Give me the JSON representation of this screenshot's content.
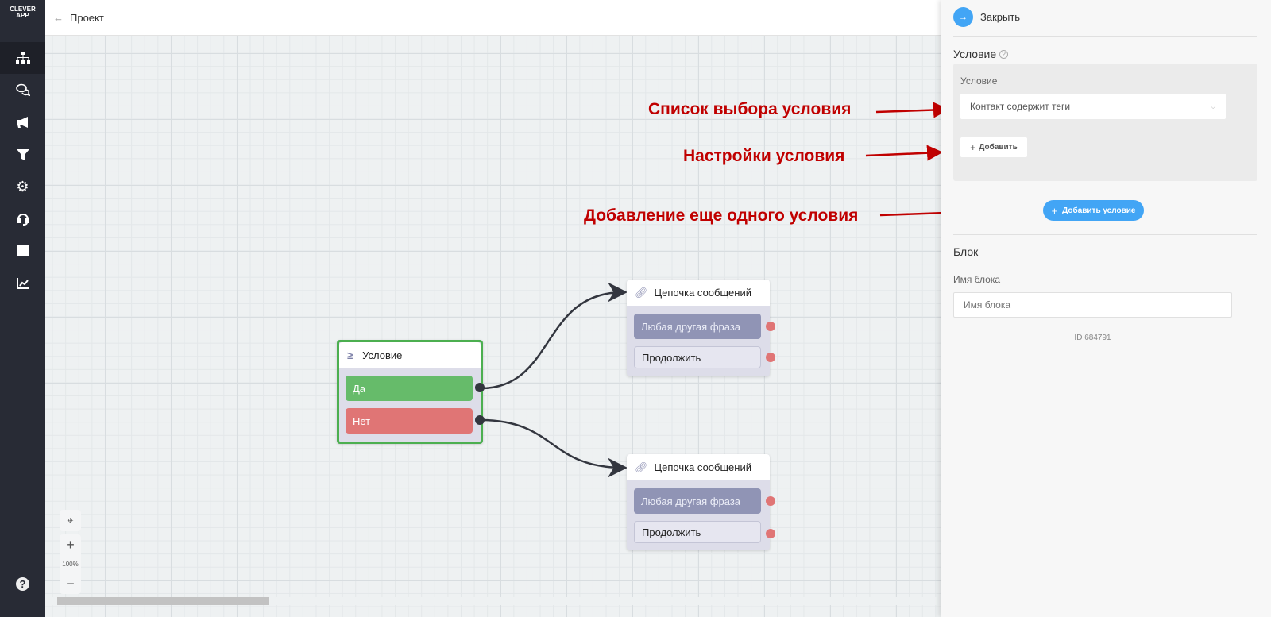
{
  "sidebar": {
    "logo": "CLEVER APP",
    "items": [
      "sitemap-icon",
      "chat-icon",
      "megaphone-icon",
      "filter-icon",
      "gear-icon",
      "headset-icon",
      "database-icon",
      "chart-icon"
    ],
    "help": "help-icon"
  },
  "topbar": {
    "back_label": "Проект"
  },
  "canvas": {
    "condition_node": {
      "title": "Условие",
      "yes": "Да",
      "no": "Нет"
    },
    "chain_nodes": [
      {
        "title": "Цепочка сообщений",
        "option": "Любая другая фраза",
        "continue": "Продолжить"
      },
      {
        "title": "Цепочка сообщений",
        "option": "Любая другая фраза",
        "continue": "Продолжить"
      }
    ],
    "zoom": "100%"
  },
  "annotations": [
    "Список выбора условия",
    "Настройки условия",
    "Добавление еще одного условия"
  ],
  "panel": {
    "close_label": "Закрыть",
    "section_title": "Условие",
    "condition_label": "Условие",
    "condition_value": "Контакт содержит теги",
    "add_label": "Добавить",
    "add_condition_label": "Добавить условие",
    "block_title": "Блок",
    "block_name_label": "Имя блока",
    "block_name_placeholder": "Имя блока",
    "id_text": "ID 684791"
  },
  "colors": {
    "accent": "#42a5f5",
    "yes": "#66bb6a",
    "no": "#e07575",
    "selected": "#4caf50"
  }
}
